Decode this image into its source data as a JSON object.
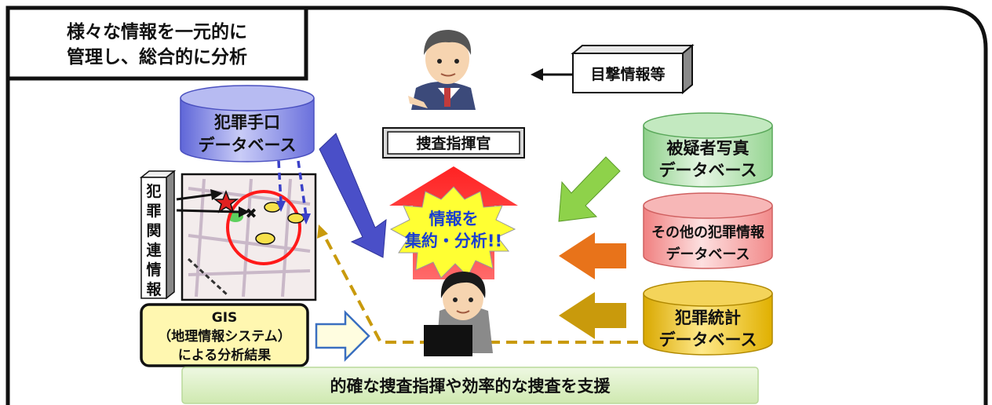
{
  "title": {
    "line1": "様々な情報を一元的に",
    "line2": "管理し、総合的に分析"
  },
  "witness_box": "目撃情報等",
  "commander_label": "捜査指揮官",
  "crime_method_db": {
    "line1": "犯罪手口",
    "line2": "データベース"
  },
  "suspect_photo_db": {
    "line1": "被疑者写真",
    "line2": "データベース"
  },
  "other_crime_db": {
    "line1": "その他の犯罪情報",
    "line2": "データベース"
  },
  "crime_stats_db": {
    "line1": "犯罪統計",
    "line2": "データベース"
  },
  "related_info_box": [
    "犯",
    "罪",
    "関",
    "連",
    "情",
    "報"
  ],
  "center_burst": {
    "line1": "情報を",
    "line2": "集約・分析!!"
  },
  "gis_box": {
    "line1": "GIS",
    "line2": "（地理情報システム）",
    "line3": "による分析結果"
  },
  "bottom_banner": "的確な捜査指揮や効率的な捜査を支援",
  "colors": {
    "frame": "#111111",
    "method_db": "#8f95e8",
    "photo_db": "#9edc9a",
    "other_db": "#f28f8f",
    "stats_db": "#e3b400",
    "red_arrow": "#ff1a1a",
    "blue_arrow": "#4a4fc8",
    "green_arrow": "#8ed24a",
    "orange_arrow": "#e8731a",
    "gold_arrow": "#c99a0c",
    "dash": "#c99a0c",
    "burst": "#ffff33",
    "banner_bg": "#dff1c6",
    "gis_bg": "#fff7b0"
  }
}
